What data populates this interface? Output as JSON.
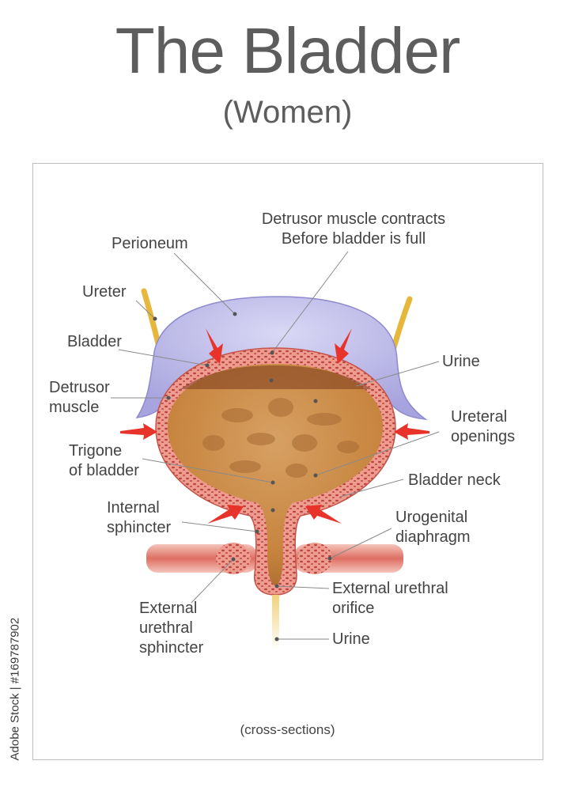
{
  "title": "The Bladder",
  "subtitle": "(Women)",
  "caption": "(cross-sections)",
  "credit": "Adobe Stock | #169787902",
  "labels": {
    "perioneum": "Perioneum",
    "detrusor_contracts": "Detrusor muscle contracts\nBefore bladder is full",
    "ureter": "Ureter",
    "bladder": "Bladder",
    "detrusor_muscle": "Detrusor\nmuscle",
    "trigone": "Trigone\nof bladder",
    "internal_sphincter": "Internal\nsphincter",
    "external_urethral_sphincter": "External\nurethral\nsphincter",
    "urine_top": "Urine",
    "ureteral_openings": "Ureteral\nopenings",
    "bladder_neck": "Bladder neck",
    "urogenital_diaphragm": "Urogenital\ndiaphragm",
    "external_urethral_orifice": "External urethral\norifice",
    "urine_bottom": "Urine"
  },
  "colors": {
    "perioneum": "#b9b6e6",
    "muscle_wall": "#e99a8e",
    "urine": "#c98a4a",
    "ureter": "#e6b73a",
    "arrow": "#e8332a",
    "leader": "#8a8a8a"
  }
}
